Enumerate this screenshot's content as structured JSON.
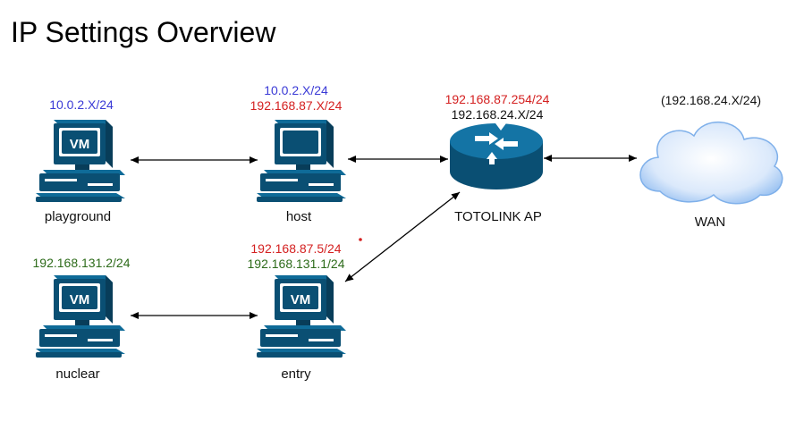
{
  "title": "IP Settings Overview",
  "colors": {
    "blue": "#3a3ad6",
    "red": "#d42020",
    "green": "#2d6b1a",
    "black": "#111111",
    "device": "#0a4f73",
    "device_light": "#0f6b98"
  },
  "nodes": {
    "playground": {
      "name": "playground",
      "ip_lines": [
        "10.0.2.X/24"
      ],
      "screen": "VM",
      "icon": "vm-computer-icon"
    },
    "host": {
      "name": "host",
      "ip_lines": [
        "10.0.2.X/24",
        "192.168.87.X/24"
      ],
      "screen": "",
      "icon": "computer-icon"
    },
    "router": {
      "name": "TOTOLINK AP",
      "ip_lines": [
        "192.168.87.254/24",
        "192.168.24.X/24"
      ],
      "icon": "router-icon"
    },
    "wan": {
      "name": "WAN",
      "ip_lines": [
        "(192.168.24.X/24)"
      ],
      "icon": "cloud-icon"
    },
    "nuclear": {
      "name": "nuclear",
      "ip_lines": [
        "192.168.131.2/24"
      ],
      "screen": "VM",
      "icon": "vm-computer-icon"
    },
    "entry": {
      "name": "entry",
      "ip_lines": [
        "192.168.87.5/24",
        "192.168.131.1/24"
      ],
      "screen": "VM",
      "icon": "vm-computer-icon"
    }
  },
  "edges": [
    {
      "from": "playground",
      "to": "host"
    },
    {
      "from": "host",
      "to": "router"
    },
    {
      "from": "router",
      "to": "wan"
    },
    {
      "from": "router",
      "to": "entry"
    },
    {
      "from": "nuclear",
      "to": "entry"
    }
  ]
}
